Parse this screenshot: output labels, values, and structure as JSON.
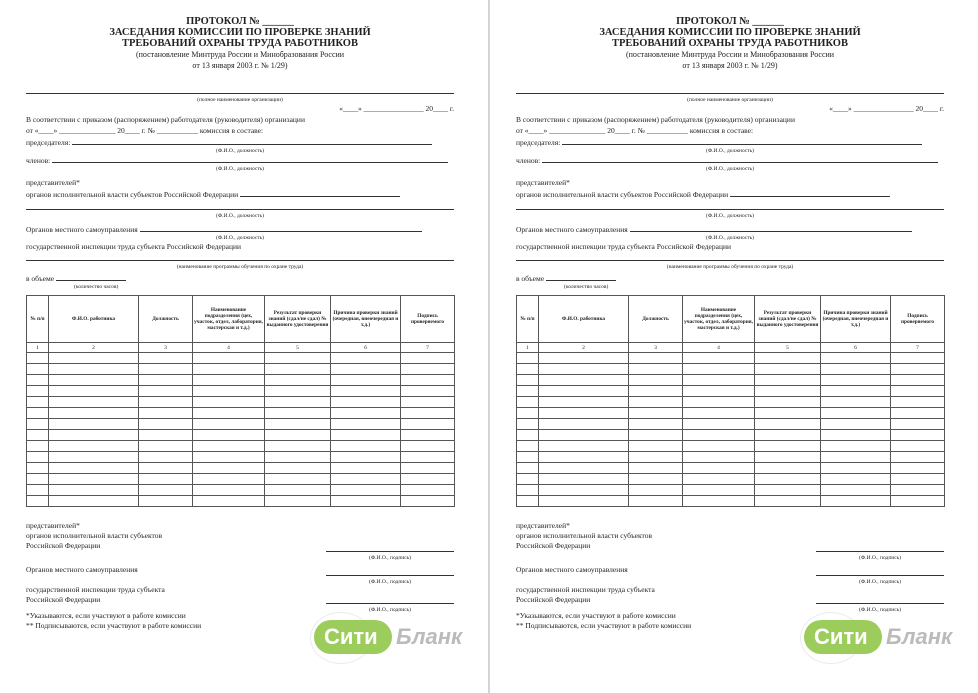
{
  "header": {
    "title": "ПРОТОКОЛ № ______",
    "line2": "ЗАСЕДАНИЯ КОМИССИИ ПО ПРОВЕРКЕ ЗНАНИЙ",
    "line3": "ТРЕБОВАНИЙ ОХРАНЫ ТРУДА РАБОТНИКОВ",
    "line4": "(постановление Минтруда России и Минобразования России",
    "line5": "от 13 января 2003 г. № 1/29)"
  },
  "captions": {
    "org_name": "(полное наименование организации)",
    "fio_post": "(Ф.И.О., должность)",
    "program": "(наименование программы обучения по охране труда)",
    "hours": "(количество часов)",
    "fio_sign": "(Ф.И.О., подпись)"
  },
  "body": {
    "date_line": "«____» ________________ 20____ г.",
    "order": "В соответствии с приказом (распоряжением) работодателя (руководителя) организации",
    "from": "от «____» _______________ 20____ г. № ___________ комиссия в составе:",
    "chairman": "председателя:",
    "members": "членов:",
    "representatives": "представителей*",
    "exec_org": "органов исполнительной власти субъектов Российской Федерации",
    "local_gov": "Органов местного самоуправления",
    "state_insp": "государственной инспекции труда субъекта Российской Федерации",
    "volume": "в объеме"
  },
  "table": {
    "headers": [
      "№ п/п",
      "Ф.И.О. работника",
      "Должность",
      "Наименование подразделения (цех, участок, отдел, лаборатория, мастерская и т.д.)",
      "Результат проверки знаний (сдал/не сдал) № выданного удостоверения",
      "Причина проверки знаний (очередная, внеочередная и т.д.)",
      "Подпись проверяемого"
    ],
    "numbers": [
      "1",
      "2",
      "3",
      "4",
      "5",
      "6",
      "7"
    ]
  },
  "footer": {
    "representatives": "представителей*",
    "exec1": "органов исполнительной власти субъектов",
    "exec2": "Российской Федерации",
    "local": "Органов местного самоуправления",
    "insp1": "государственной инспекции труда субъекта",
    "insp2": "Российской Федерации",
    "note1": "*Указываются, если участвуют в работе комиссии",
    "note2": "** Подписываются, если участвуют в работе комиссии"
  },
  "watermark": {
    "part1": "Сити",
    "part2": "Бланк",
    "accent": "#8bc43f"
  }
}
